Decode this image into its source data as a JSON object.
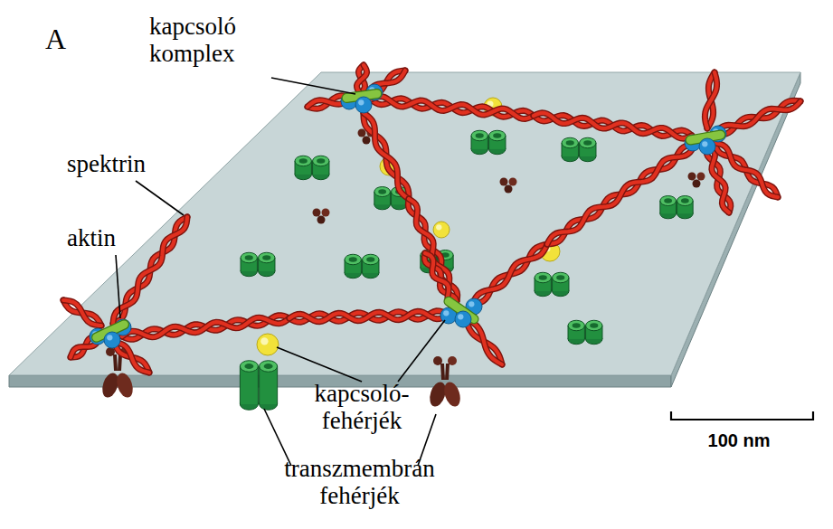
{
  "diagram": {
    "labels": [
      "A",
      "kapcsoló komplex",
      "spektrin",
      "aktin",
      "kapcsoló-fehérjék",
      "transzmembrán fehérjék",
      "100 nm"
    ]
  }
}
